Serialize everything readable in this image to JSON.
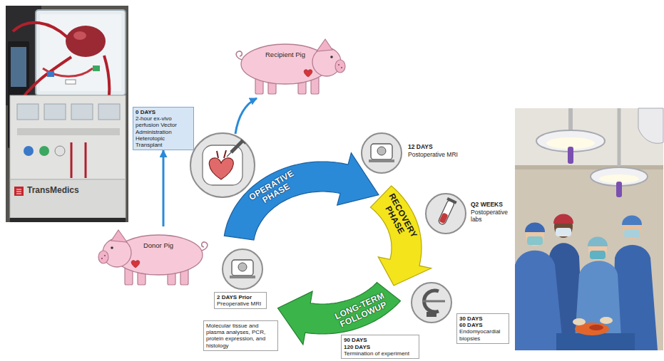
{
  "diagram": {
    "nodes": [
      {
        "text": [
          "Recipient Pig"
        ]
      },
      {
        "text": [
          "0 DAYS",
          "2-hour ex-vivo perfusion Vector Administration Heterotopic Transplant"
        ]
      },
      {
        "text": [
          "OPERATIVE PHASE"
        ]
      },
      {
        "text": [
          "RECOVERY PHASE"
        ]
      },
      {
        "text": [
          "Donor Pig"
        ]
      },
      {
        "text": [
          "2 DAYS Prior",
          "Preoperative MRI"
        ]
      },
      {
        "text": [
          "LONG-TERM FOLLOWUP"
        ]
      },
      {
        "text": [
          "30 DAYS",
          "60 DAYS",
          "Endomyocardial biopsies"
        ]
      },
      {
        "text": [
          "Molecular tissue and plasma analyses, PCR, protein expression, and histology"
        ]
      },
      {
        "text": [
          "90 DAYS",
          "120 DAYS",
          "Termination of experiment"
        ]
      }
    ],
    "edges": [
      {
        "from": 4,
        "to": 1,
        "arrow": "to"
      }
    ],
    "labels": [
      "TransMedics",
      "12 DAYS",
      "Postoperative MRI",
      "Q2 WEEKS",
      "Postoperative labs"
    ]
  }
}
